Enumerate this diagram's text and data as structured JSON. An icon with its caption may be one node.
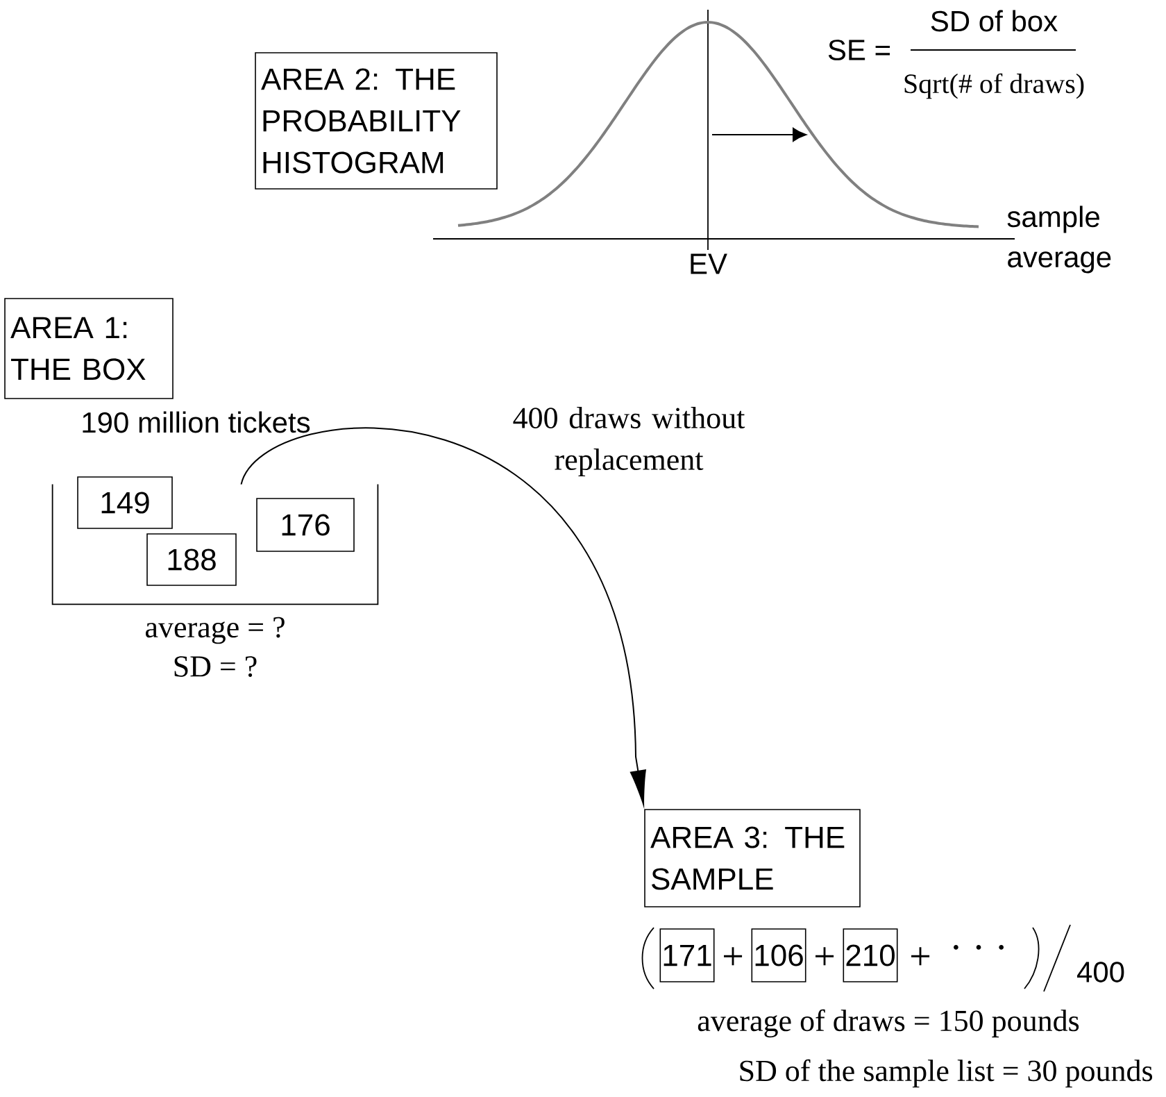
{
  "diagram": {
    "nodes": [
      {
        "text": [
          "AREA 2: THE PROBABILITY HISTOGRAM"
        ]
      },
      {
        "text": [
          "AREA 1: THE BOX"
        ]
      },
      {
        "text": [],
        "shape": "box"
      },
      {
        "text": [
          "149"
        ],
        "in": 2
      },
      {
        "text": [
          "188"
        ],
        "in": 2
      },
      {
        "text": [
          "176"
        ],
        "in": 2
      },
      {
        "text": [
          "AREA 3: THE SAMPLE"
        ]
      },
      {
        "text": [
          "171"
        ]
      },
      {
        "text": [
          "106"
        ]
      },
      {
        "text": [
          "210"
        ]
      }
    ],
    "edges": [
      {
        "from": 2,
        "to": 6,
        "arrow": "to",
        "label": "400 draws without replacement"
      }
    ],
    "labels": [
      "SE =",
      "SD of box",
      "Sqrt(# of draws)",
      "EV",
      "sample average",
      "190 million tickets",
      "average = ?",
      "SD = ?",
      "+",
      "+",
      "+",
      "· · ·",
      "400",
      "average of draws = 150 pounds",
      "SD of the sample list = 30 pounds"
    ]
  }
}
